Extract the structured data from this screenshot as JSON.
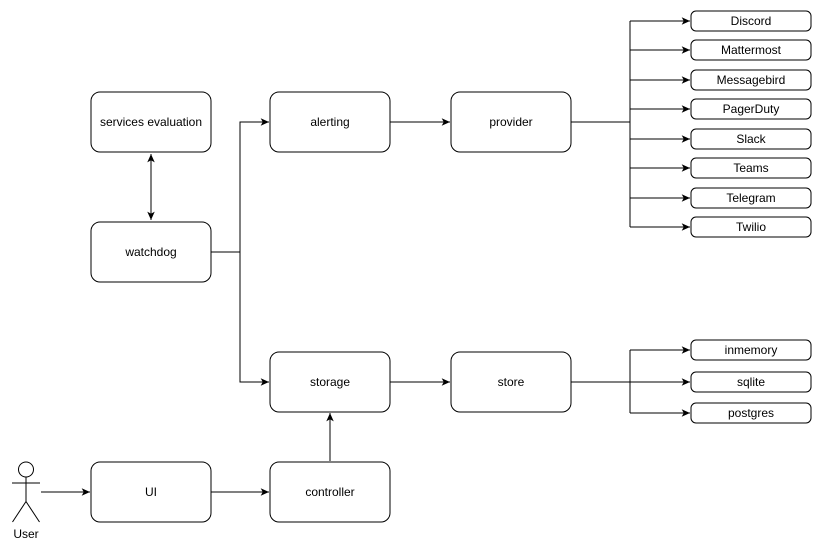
{
  "diagram": {
    "colors": {
      "background": "#ffffff",
      "node_fill": "#ffffff",
      "stroke": "#000000",
      "text": "#000000"
    },
    "nodes": {
      "services_evaluation": {
        "label": "services evaluation"
      },
      "watchdog": {
        "label": "watchdog"
      },
      "alerting": {
        "label": "alerting"
      },
      "provider": {
        "label": "provider"
      },
      "storage": {
        "label": "storage"
      },
      "store": {
        "label": "store"
      },
      "ui": {
        "label": "UI"
      },
      "controller": {
        "label": "controller"
      }
    },
    "actor": {
      "label": "User"
    },
    "providers": [
      "Discord",
      "Mattermost",
      "Messagebird",
      "PagerDuty",
      "Slack",
      "Teams",
      "Telegram",
      "Twilio"
    ],
    "stores": [
      "inmemory",
      "sqlite",
      "postgres"
    ],
    "edges": [
      {
        "from": "watchdog",
        "to": "services evaluation",
        "bidirectional": true
      },
      {
        "from": "watchdog",
        "to": "alerting"
      },
      {
        "from": "watchdog",
        "to": "storage"
      },
      {
        "from": "alerting",
        "to": "provider"
      },
      {
        "from": "provider",
        "to_each": "providers"
      },
      {
        "from": "storage",
        "to": "store"
      },
      {
        "from": "store",
        "to_each": "stores"
      },
      {
        "from": "User",
        "to": "UI"
      },
      {
        "from": "UI",
        "to": "controller"
      },
      {
        "from": "controller",
        "to": "storage"
      }
    ]
  }
}
